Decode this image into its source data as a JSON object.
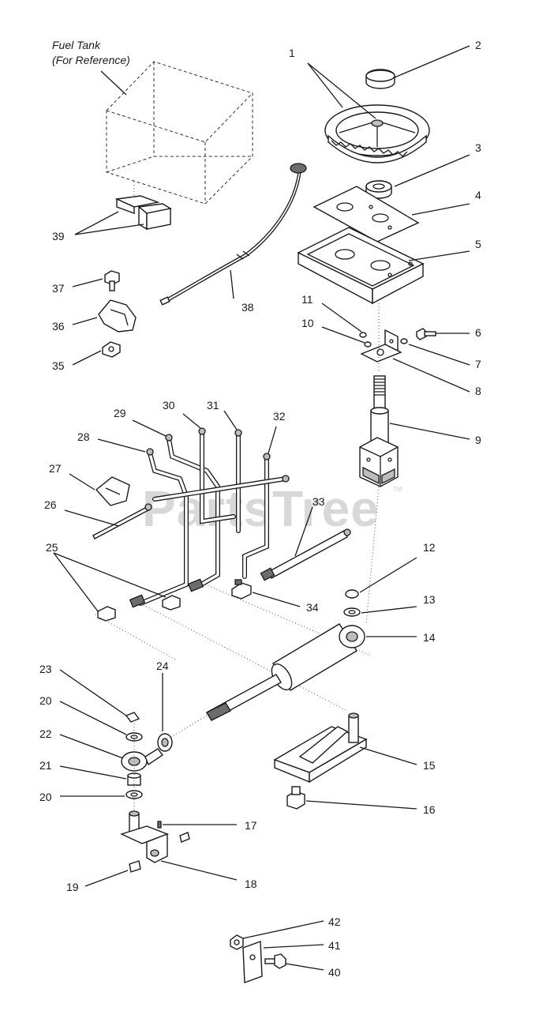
{
  "diagram": {
    "reference_note_line1": "Fuel Tank",
    "reference_note_line2": "(For Reference)",
    "watermark": "PartsTree",
    "watermark_tm": "TM",
    "callouts": [
      "1",
      "2",
      "3",
      "4",
      "5",
      "6",
      "7",
      "8",
      "9",
      "10",
      "11",
      "12",
      "13",
      "14",
      "15",
      "16",
      "17",
      "18",
      "19",
      "20",
      "20",
      "21",
      "22",
      "23",
      "24",
      "25",
      "26",
      "27",
      "28",
      "29",
      "30",
      "31",
      "32",
      "33",
      "34",
      "35",
      "36",
      "37",
      "38",
      "39",
      "40",
      "41",
      "42"
    ]
  }
}
